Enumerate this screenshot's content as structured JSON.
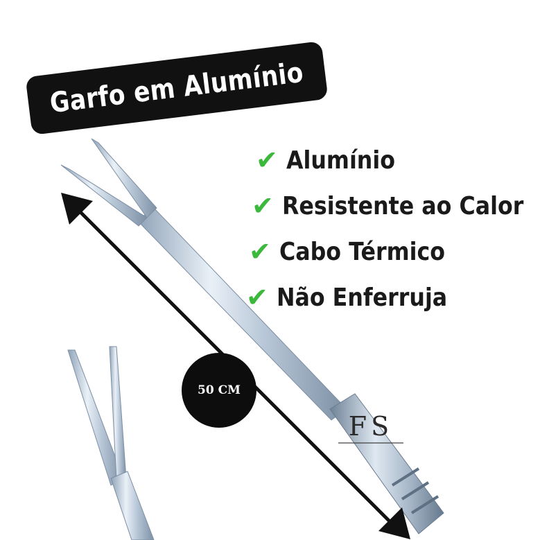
{
  "title_badge": {
    "text": "Garfo em Alumínio"
  },
  "features": [
    {
      "icon": "check-icon",
      "label": "Alumínio"
    },
    {
      "icon": "check-icon",
      "label": "Resistente ao Calor"
    },
    {
      "icon": "check-icon",
      "label": "Cabo Térmico"
    },
    {
      "icon": "check-icon",
      "label": "Não Enferruja"
    }
  ],
  "dimension": {
    "label": "50 CM"
  },
  "logo": {
    "mark": "FS"
  },
  "colors": {
    "check": "#3cb93c",
    "badge_background": "#111111",
    "metal_light": "#e9f0f7",
    "metal_dark": "#8fa3b8"
  }
}
